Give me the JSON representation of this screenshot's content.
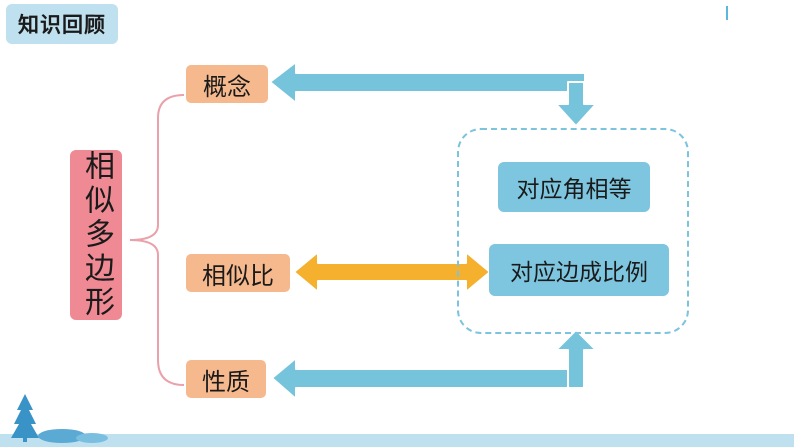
{
  "header": {
    "section_label": "知识回顾"
  },
  "diagram": {
    "root": "相似多边形",
    "branches": [
      "概念",
      "相似比",
      "性质"
    ],
    "properties": [
      "对应角相等",
      "对应边成比例"
    ]
  },
  "colors": {
    "root": "#ef8a94",
    "branch": "#f6b98e",
    "property": "#7ec6df",
    "arrow_blue": "#76c4dc",
    "arrow_orange": "#f5b02e",
    "brace": "#e9a1aa",
    "header_bg": "#bfe0ef"
  }
}
